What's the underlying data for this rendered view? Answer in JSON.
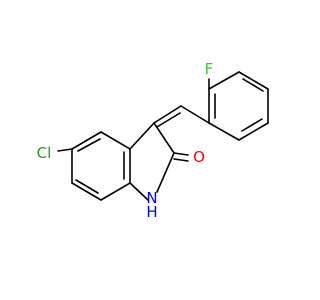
{
  "molecule": {
    "atoms": [
      {
        "id": "F",
        "label": "F",
        "color": "#33cc33"
      },
      {
        "id": "Cl",
        "label": "Cl",
        "color": "#1fa21f"
      },
      {
        "id": "O",
        "label": "O",
        "color": "#ff0000"
      },
      {
        "id": "N",
        "label": "N",
        "color": "#0000ff"
      },
      {
        "id": "H",
        "label": "H",
        "color": "#0000ff"
      }
    ]
  }
}
